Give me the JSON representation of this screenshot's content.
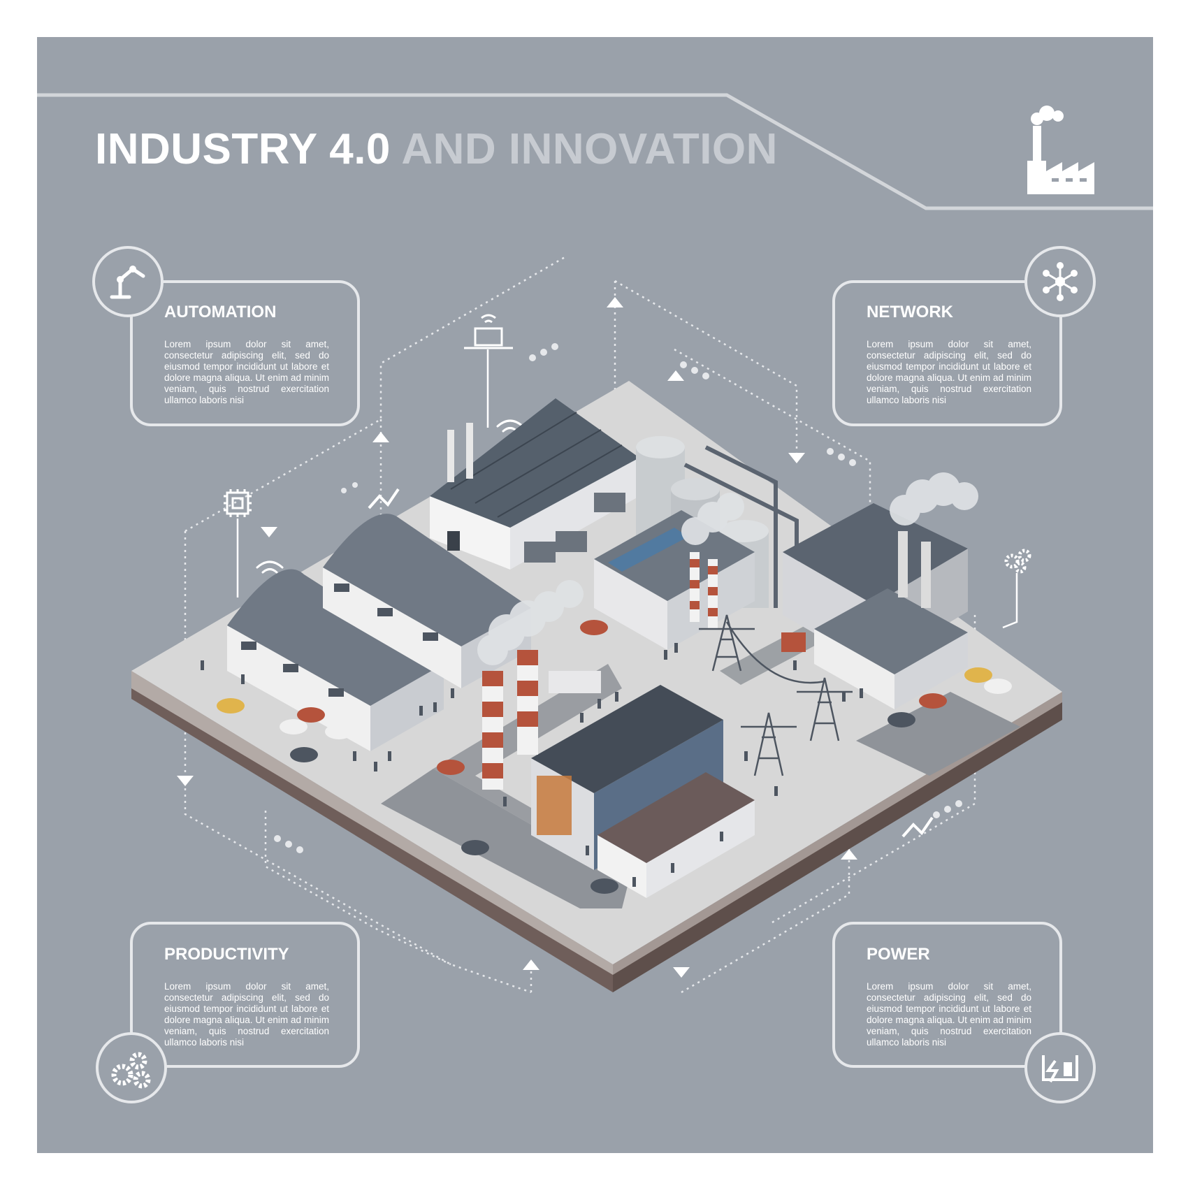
{
  "title": {
    "part1": "INDUSTRY 4.0",
    "part2": "AND INNOVATION"
  },
  "cards": {
    "automation": {
      "heading": "AUTOMATION",
      "body": "Lorem ipsum dolor sit amet, consectetur adipiscing elit, sed do eiusmod tempor incididunt ut labore et dolore magna aliqua. Ut enim ad minim veniam, quis nostrud exercitation ullamco laboris nisi"
    },
    "network": {
      "heading": "NETWORK",
      "body": "Lorem ipsum dolor sit amet, consectetur adipiscing elit, sed do eiusmod tempor incididunt ut labore et dolore magna aliqua. Ut enim ad minim veniam, quis nostrud exercitation ullamco laboris nisi"
    },
    "productivity": {
      "heading": "PRODUCTIVITY",
      "body": "Lorem ipsum dolor sit amet, consectetur adipiscing elit, sed do eiusmod tempor incididunt ut labore et dolore magna aliqua. Ut enim ad minim veniam, quis nostrud exercitation ullamco laboris nisi"
    },
    "power": {
      "heading": "POWER",
      "body": "Lorem ipsum dolor sit amet, consectetur adipiscing elit, sed do eiusmod tempor incididunt ut labore et dolore magna aliqua. Ut enim ad minim veniam, quis nostrud exercitation ullamco laboris nisi"
    }
  },
  "icons": [
    "factory-icon",
    "robot-arm-icon",
    "network-hub-icon",
    "gears-icon",
    "power-plug-icon",
    "laptop-wifi-icon",
    "chip-icon",
    "wifi-icon",
    "chart-line-icon"
  ],
  "colors": {
    "background": "#9aa1aa",
    "line": "#e6e8eb",
    "ground": "#d7d7d7",
    "soil": "#6f5e5a",
    "chimney_red": "#b5533c",
    "roof_dark": "#4d5560"
  }
}
